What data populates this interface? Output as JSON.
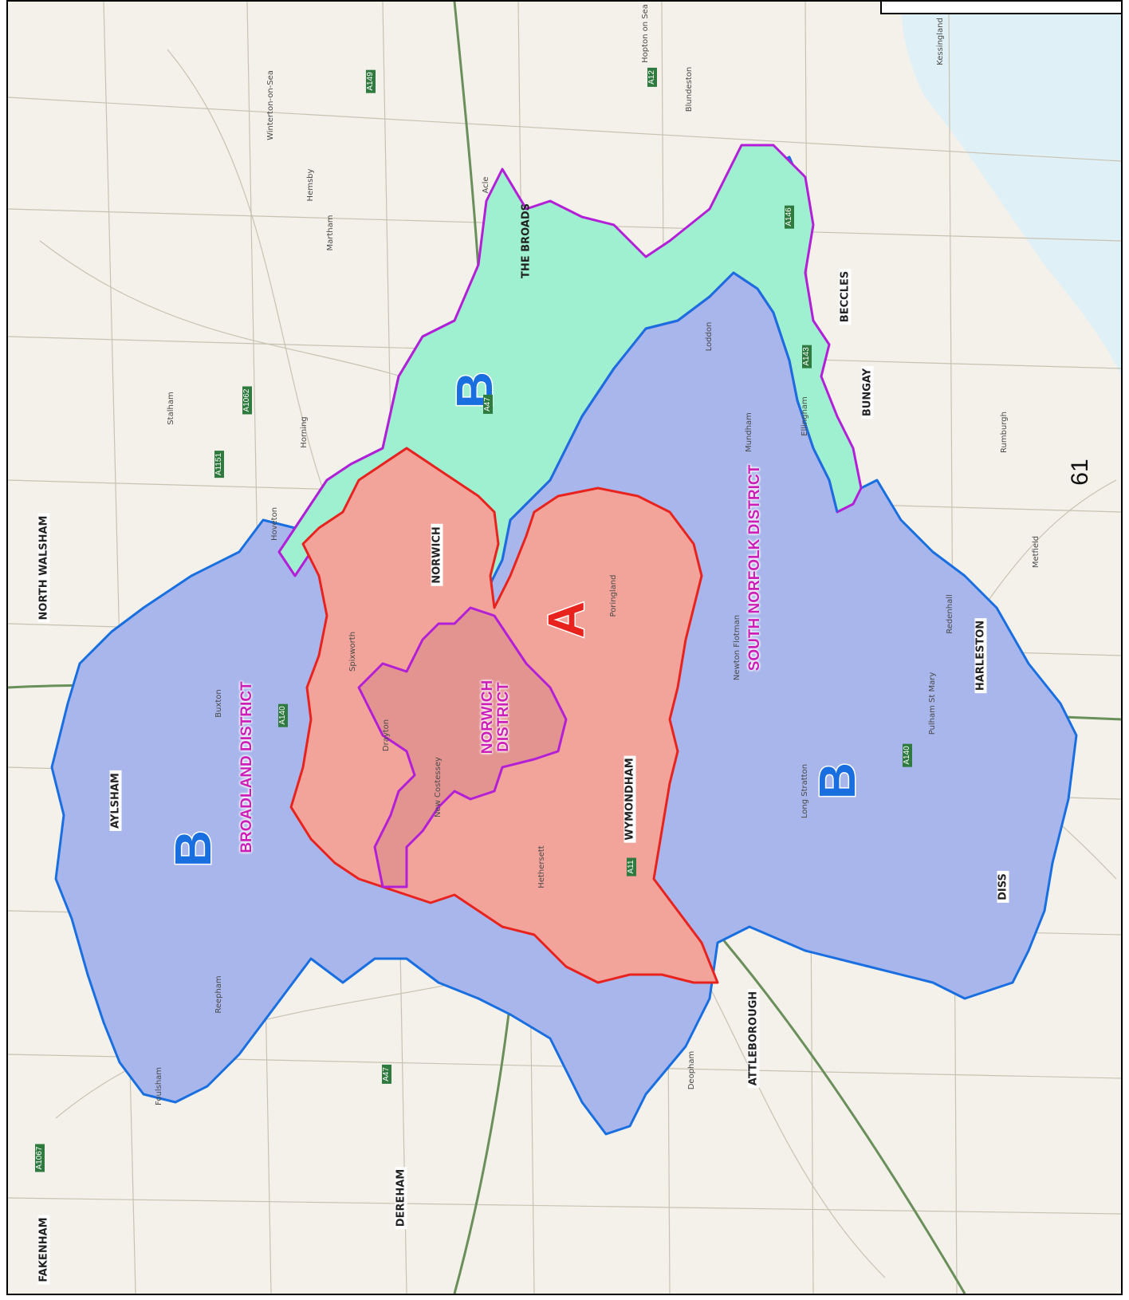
{
  "map": {
    "page_number": "61",
    "zones": [
      {
        "letter": "A",
        "color": "#e8231e",
        "fill": "#f2a49b"
      },
      {
        "letter": "B",
        "color": "#1a6fe0",
        "fill": "#a9b6ec"
      }
    ],
    "areas": {
      "broads_fill": "#9ff0d0",
      "norwich_outline": "#b31fd6",
      "broads_outline": "#b31fd6",
      "background": "#f3f1ea"
    },
    "districts": {
      "broadland": "BROADLAND DISTRICT",
      "norwich": "NORWICH DISTRICT",
      "south_norfolk": "SOUTH NORFOLK DISTRICT"
    },
    "zone_labels": {
      "a": "A",
      "b_north": "B",
      "b_west": "B",
      "b_south": "B"
    },
    "towns": {
      "norwich": "NORWICH",
      "wymondham": "WYMONDHAM",
      "aylsham": "AYLSHAM",
      "dereham": "DEREHAM",
      "attleborough": "ATTLEBOROUGH",
      "harleston": "HARLESTON",
      "diss": "DISS",
      "bungay": "BUNGAY",
      "beccles": "BECCLES",
      "fakenham": "FAKENHAM",
      "north_walsham": "NORTH WALSHAM",
      "the_broads": "THE BROADS",
      "hoveton": "Hoveton",
      "horning": "Horning",
      "reepham": "Reepham",
      "foulsham": "Foulsham",
      "buxton": "Buxton",
      "new_costessey": "New Costessey",
      "hethersett": "Hethersett",
      "loddon": "Loddon",
      "kessingland": "Kessingland",
      "hemsby": "Hemsby",
      "martham": "Martham",
      "stalham": "Stalham",
      "mundham": "Mundham",
      "ellingham": "Ellingham",
      "deopham": "Deopham",
      "spixworth": "Spixworth",
      "drayton": "Drayton",
      "acle": "Acle",
      "blundeston": "Blundeston",
      "hopton_on_sea": "Hopton on Sea",
      "winterton": "Winterton-on-Sea",
      "newton_flotman": "Newton Flotman",
      "long_stratton": "Long Stratton",
      "pulham_st_mary": "Pulham St Mary",
      "metfield": "Metfield",
      "rumburgh": "Rumburgh",
      "redenhall": "Redenhall",
      "poringland": "Poringland"
    },
    "roads": {
      "a47_west": "A47",
      "a47_east": "A47",
      "a140_north": "A140",
      "a140_south": "A140",
      "a146": "A146",
      "a143": "A143",
      "a12": "A12",
      "a11": "A11",
      "a1067": "A1067",
      "a149": "A149",
      "a1062": "A1062",
      "a1151": "A1151"
    }
  }
}
